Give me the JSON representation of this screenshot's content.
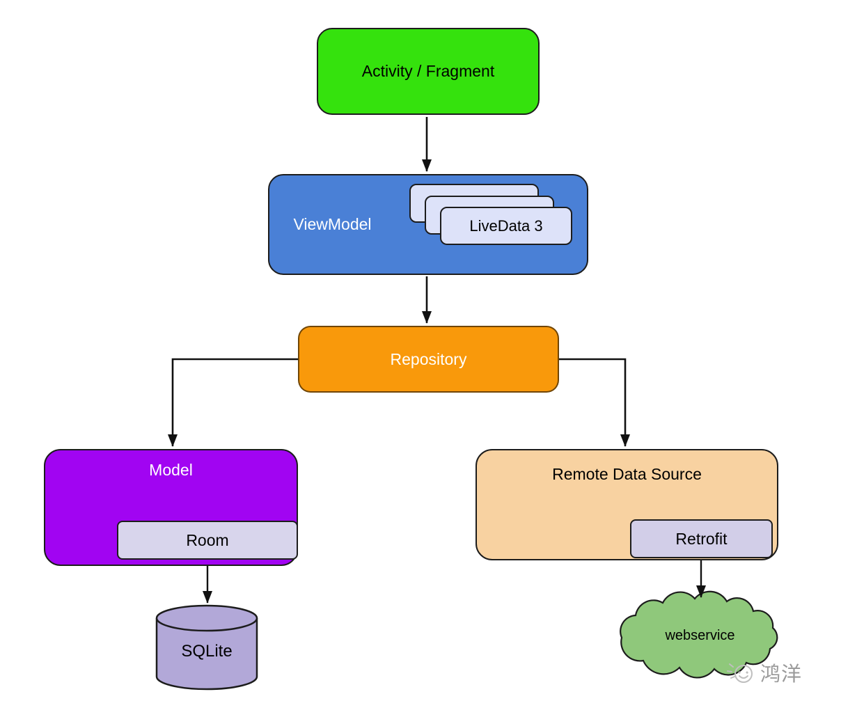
{
  "nodes": {
    "activity": {
      "label": "Activity / Fragment",
      "color": "#35e20d"
    },
    "viewmodel": {
      "label": "ViewModel",
      "color": "#4a80d6"
    },
    "livedata": {
      "label": "LiveData 3",
      "color": "#dde2f9"
    },
    "repository": {
      "label": "Repository",
      "color": "#f9990b"
    },
    "model": {
      "label": "Model",
      "color": "#a104f2"
    },
    "room": {
      "label": "Room",
      "color": "#d8d5ec"
    },
    "remote_data_source": {
      "label": "Remote Data Source",
      "color": "#f8d2a1"
    },
    "retrofit": {
      "label": "Retrofit",
      "color": "#d2cee8"
    },
    "sqlite": {
      "label": "SQLite",
      "color": "#b2a8d8"
    },
    "webservice": {
      "label": "webservice",
      "color": "#8fc87b"
    }
  },
  "watermark": {
    "text": "鸿洋"
  }
}
